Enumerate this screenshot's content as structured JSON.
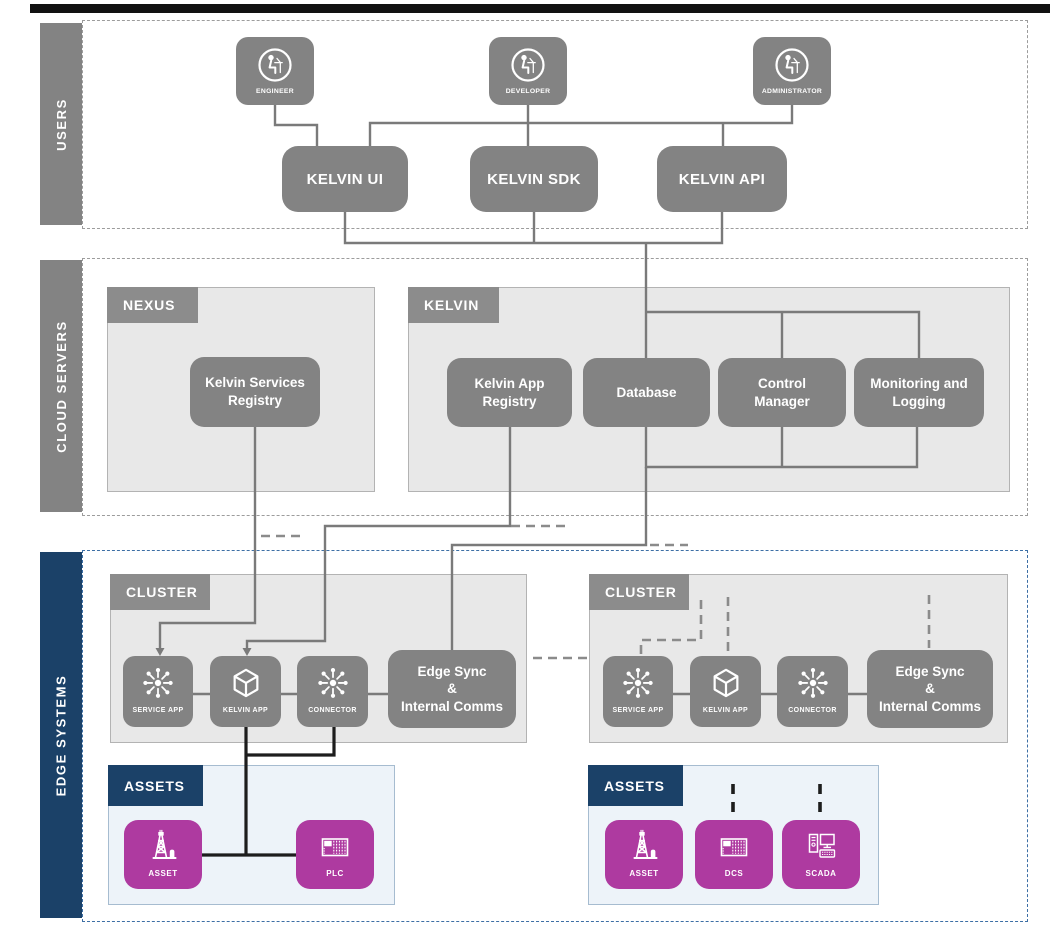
{
  "bands": {
    "users": {
      "label": "USERS"
    },
    "cloud": {
      "label": "CLOUD SERVERS"
    },
    "edge": {
      "label": "EDGE SYSTEMS"
    }
  },
  "users": {
    "personas": [
      {
        "label": "ENGINEER",
        "icon": "person-at-desk-icon"
      },
      {
        "label": "DEVELOPER",
        "icon": "person-at-desk-icon"
      },
      {
        "label": "ADMINISTRATOR",
        "icon": "person-at-desk-icon"
      }
    ],
    "apps": [
      {
        "label": "KELVIN UI"
      },
      {
        "label": "KELVIN SDK"
      },
      {
        "label": "KELVIN API"
      }
    ]
  },
  "cloud": {
    "nexus": {
      "label": "NEXUS",
      "nodes": [
        {
          "label": "Kelvin Services\nRegistry"
        }
      ]
    },
    "kelvin": {
      "label": "KELVIN",
      "nodes": [
        {
          "label": "Kelvin App\nRegistry"
        },
        {
          "label": "Database"
        },
        {
          "label": "Control\nManager"
        },
        {
          "label": "Monitoring and\nLogging"
        }
      ]
    }
  },
  "edge": {
    "clusters": [
      {
        "label": "CLUSTER",
        "nodes": [
          {
            "label": "SERVICE APP",
            "icon": "hub-icon"
          },
          {
            "label": "KELVIN APP",
            "icon": "cube-icon"
          },
          {
            "label": "CONNECTOR",
            "icon": "hub-icon"
          },
          {
            "label": "Edge Sync\n&\nInternal Comms"
          }
        ]
      },
      {
        "label": "CLUSTER",
        "nodes": [
          {
            "label": "SERVICE APP",
            "icon": "hub-icon"
          },
          {
            "label": "KELVIN APP",
            "icon": "cube-icon"
          },
          {
            "label": "CONNECTOR",
            "icon": "hub-icon"
          },
          {
            "label": "Edge Sync\n&\nInternal Comms"
          }
        ]
      }
    ],
    "assets": [
      {
        "label": "ASSETS",
        "devices": [
          {
            "label": "ASSET",
            "icon": "oil-derrick-icon"
          },
          {
            "label": "PLC",
            "icon": "controller-rack-icon"
          }
        ]
      },
      {
        "label": "ASSETS",
        "devices": [
          {
            "label": "ASSET",
            "icon": "oil-derrick-icon"
          },
          {
            "label": "DCS",
            "icon": "controller-rack-icon"
          },
          {
            "label": "SCADA",
            "icon": "workstation-icon"
          }
        ]
      }
    ]
  },
  "colors": {
    "node_gray": "#838383",
    "tab_gray": "#8c8c8c",
    "container_gray": "#e8e8e8",
    "navy": "#1b4168",
    "magenta": "#ae3aa0",
    "asset_bg": "#edf3f9",
    "line_gray": "#7a7a7a",
    "line_black": "#1d1d1d",
    "edge_border_blue": "#3d6fa5"
  }
}
